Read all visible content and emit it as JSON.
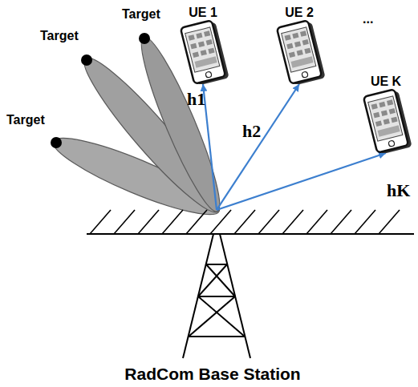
{
  "diagram": {
    "nodes": [
      {
        "text": [
          "Target"
        ]
      },
      {
        "text": [
          "Target"
        ]
      },
      {
        "text": [
          "Target"
        ]
      },
      {
        "text": [
          "UE 1"
        ]
      },
      {
        "text": [
          "UE 2"
        ]
      },
      {
        "text": [
          "UE K"
        ]
      },
      {
        "text": [
          "RadCom Base Station"
        ]
      }
    ],
    "edges": [
      {
        "from": 6,
        "to": 3,
        "arrow": "to",
        "label": "h1"
      },
      {
        "from": 6,
        "to": 4,
        "arrow": "to",
        "label": "h2"
      },
      {
        "from": 6,
        "to": 5,
        "arrow": "to",
        "label": "hK"
      }
    ],
    "labels": [
      "..."
    ]
  }
}
